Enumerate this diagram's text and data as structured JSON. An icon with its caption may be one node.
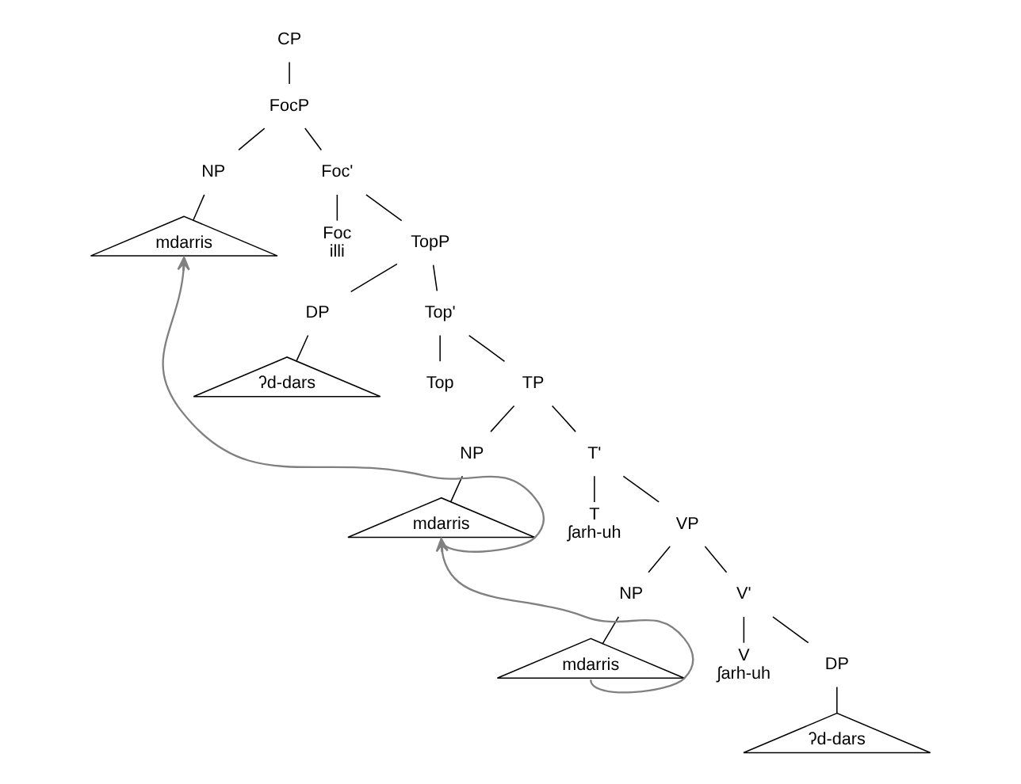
{
  "diagram": {
    "nodes": [
      {
        "text": [
          "CP"
        ]
      },
      {
        "text": [
          "FocP"
        ]
      },
      {
        "text": [
          "NP"
        ]
      },
      {
        "text": [
          "mdarris"
        ]
      },
      {
        "text": [
          "Foc'"
        ]
      },
      {
        "text": [
          "Foc",
          "illi"
        ]
      },
      {
        "text": [
          "TopP"
        ]
      },
      {
        "text": [
          "DP"
        ]
      },
      {
        "text": [
          "ʔd-dars"
        ]
      },
      {
        "text": [
          "Top'"
        ]
      },
      {
        "text": [
          "Top"
        ]
      },
      {
        "text": [
          "TP"
        ]
      },
      {
        "text": [
          "NP"
        ]
      },
      {
        "text": [
          "mdarris"
        ]
      },
      {
        "text": [
          "T'"
        ]
      },
      {
        "text": [
          "T",
          "ʃarh-uh"
        ]
      },
      {
        "text": [
          "VP"
        ]
      },
      {
        "text": [
          "NP"
        ]
      },
      {
        "text": [
          "mdarris"
        ]
      },
      {
        "text": [
          "V'"
        ]
      },
      {
        "text": [
          "V",
          "ʃarh-uh"
        ]
      },
      {
        "text": [
          "DP"
        ]
      },
      {
        "text": [
          "ʔd-dars"
        ]
      }
    ],
    "edges": [
      {
        "from": 0,
        "to": 1,
        "arrow": "none"
      },
      {
        "from": 1,
        "to": 2,
        "arrow": "none"
      },
      {
        "from": 2,
        "to": 3,
        "arrow": "none"
      },
      {
        "from": 1,
        "to": 4,
        "arrow": "none"
      },
      {
        "from": 4,
        "to": 5,
        "arrow": "none"
      },
      {
        "from": 4,
        "to": 6,
        "arrow": "none"
      },
      {
        "from": 6,
        "to": 7,
        "arrow": "none"
      },
      {
        "from": 7,
        "to": 8,
        "arrow": "none"
      },
      {
        "from": 6,
        "to": 9,
        "arrow": "none"
      },
      {
        "from": 9,
        "to": 10,
        "arrow": "none"
      },
      {
        "from": 9,
        "to": 11,
        "arrow": "none"
      },
      {
        "from": 11,
        "to": 12,
        "arrow": "none"
      },
      {
        "from": 12,
        "to": 13,
        "arrow": "none"
      },
      {
        "from": 11,
        "to": 14,
        "arrow": "none"
      },
      {
        "from": 14,
        "to": 15,
        "arrow": "none"
      },
      {
        "from": 14,
        "to": 16,
        "arrow": "none"
      },
      {
        "from": 16,
        "to": 17,
        "arrow": "none"
      },
      {
        "from": 17,
        "to": 18,
        "arrow": "none"
      },
      {
        "from": 16,
        "to": 19,
        "arrow": "none"
      },
      {
        "from": 19,
        "to": 20,
        "arrow": "none"
      },
      {
        "from": 19,
        "to": 21,
        "arrow": "none"
      },
      {
        "from": 21,
        "to": 22,
        "arrow": "none"
      },
      {
        "from": 13,
        "to": 3,
        "arrow": "to",
        "color": "#808080"
      },
      {
        "from": 18,
        "to": 13,
        "arrow": "to",
        "color": "#808080"
      }
    ]
  }
}
